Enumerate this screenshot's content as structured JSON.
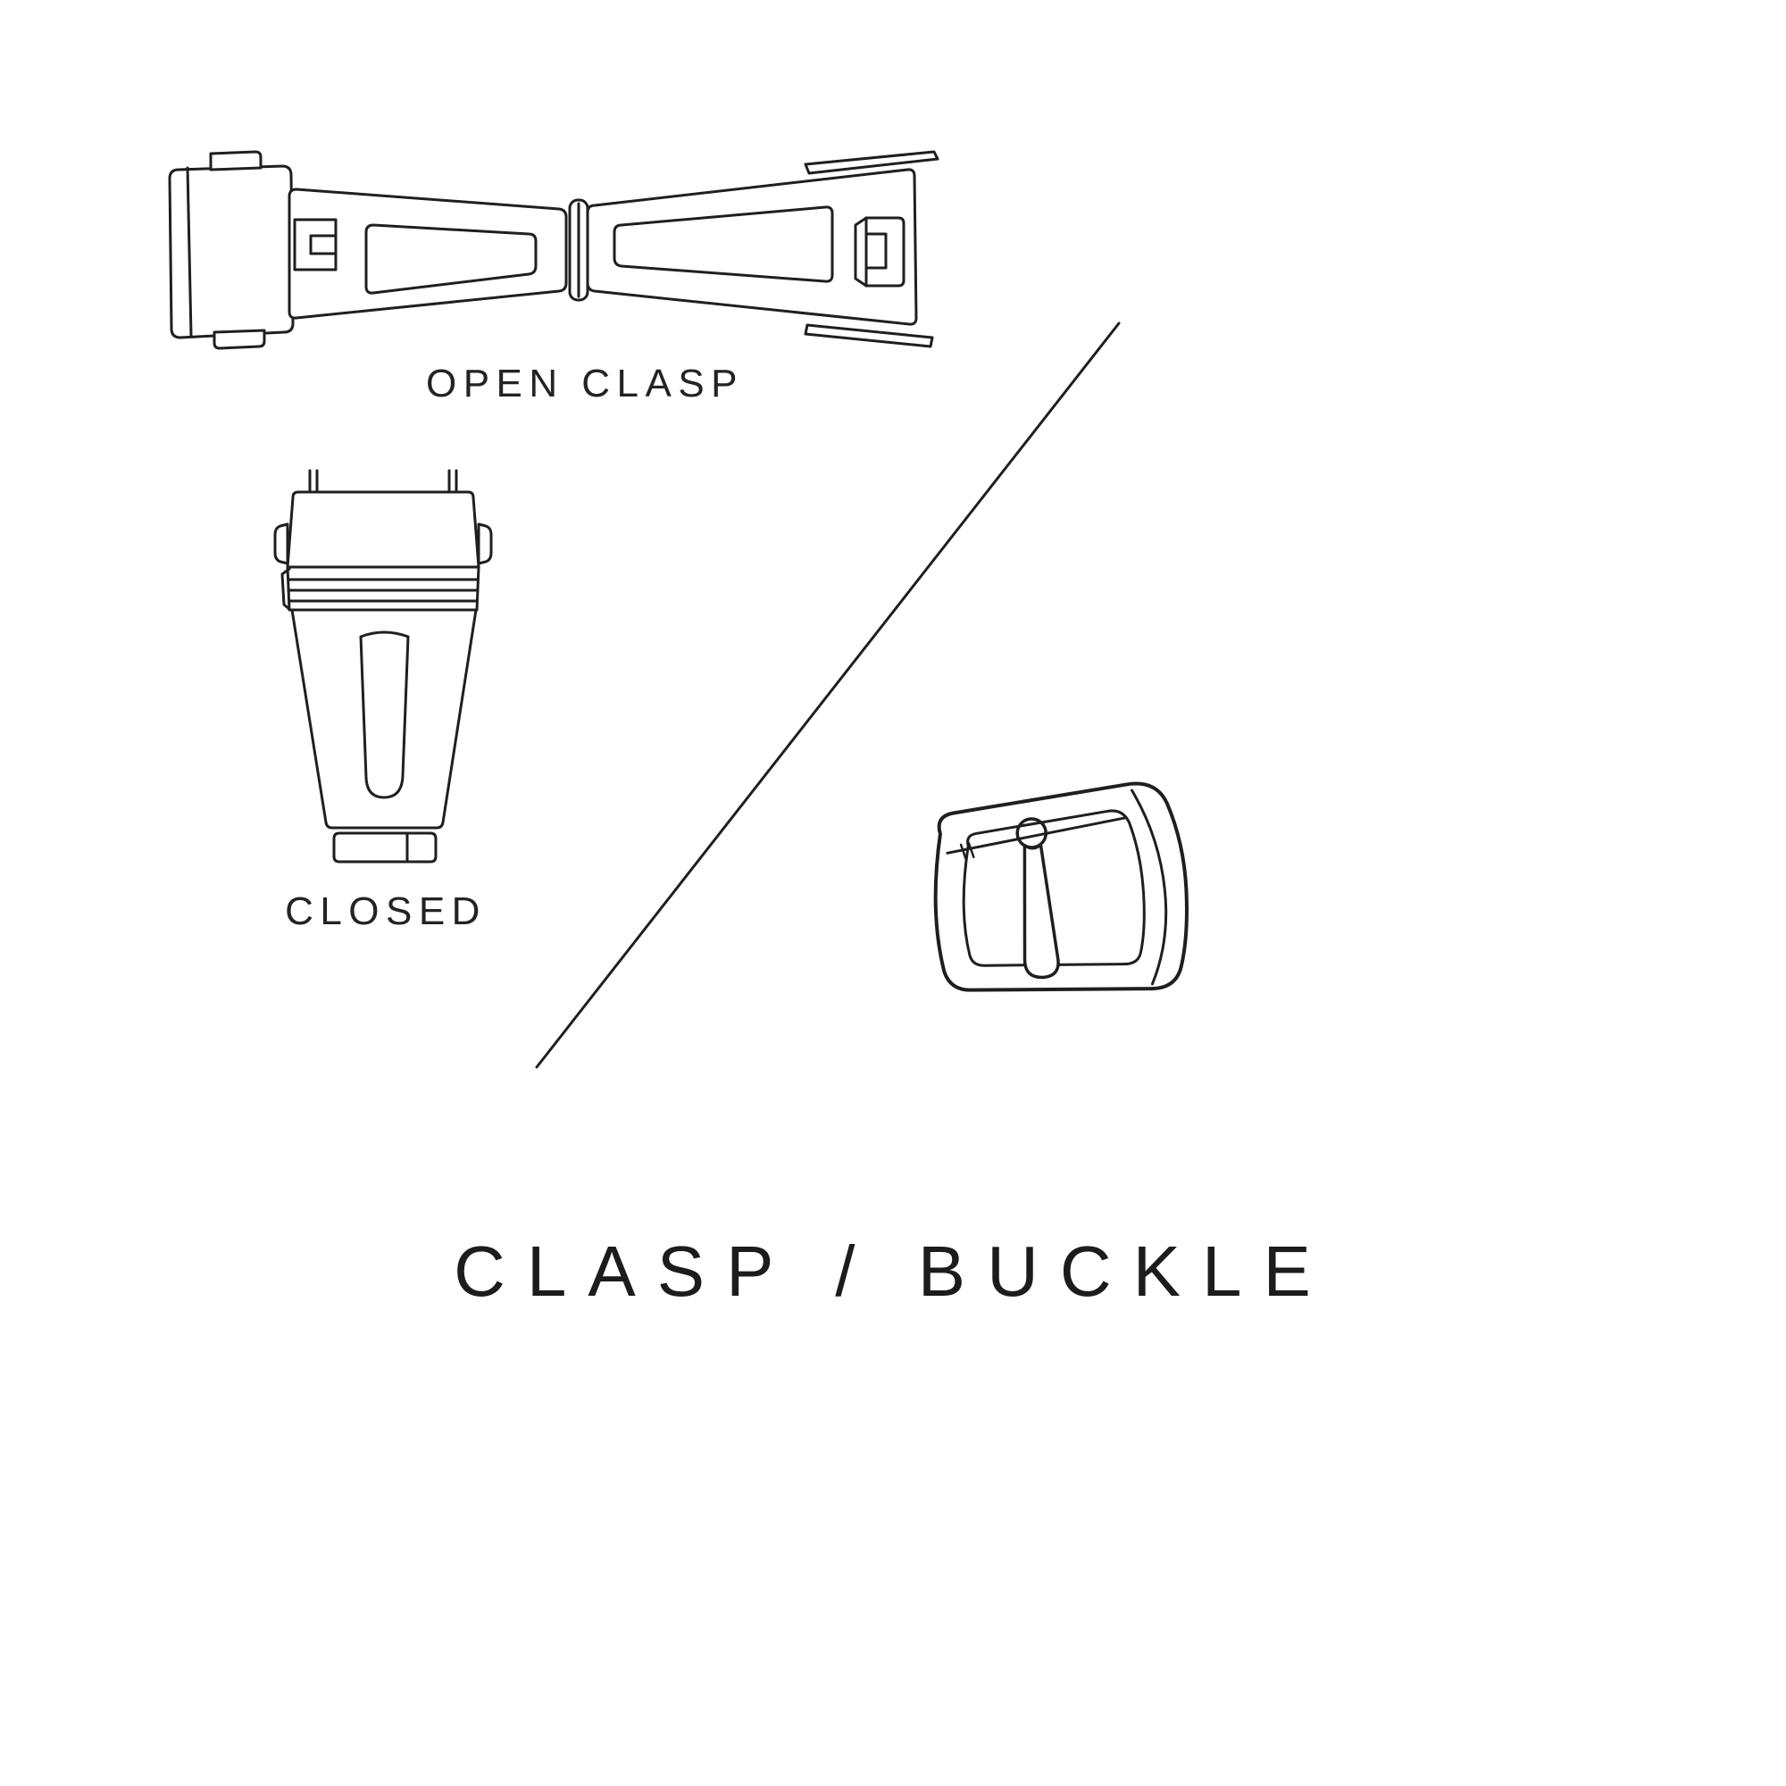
{
  "page": {
    "background_color": "#ffffff",
    "ink_color": "#1f1f1f"
  },
  "figures": {
    "open_clasp": {
      "label": "OPEN CLASP"
    },
    "closed_clasp": {
      "label": "CLOSED"
    },
    "buckle": {
      "name": "tang-buckle"
    }
  },
  "title": "CLASP / BUCKLE"
}
